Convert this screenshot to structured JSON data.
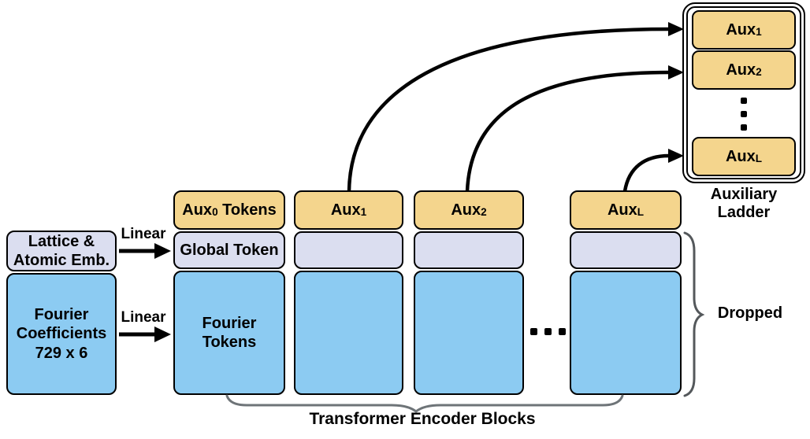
{
  "diagram": {
    "left_stack": {
      "lattice_label": "Lattice &\nAtomic Emb.",
      "fourier_label": "Fourier\nCoefficients\n729 x 6"
    },
    "linear": {
      "label_top": "Linear",
      "label_bottom": "Linear"
    },
    "columns": [
      {
        "aux_base": "Aux",
        "aux_sub": "0",
        "aux_suffix": " Tokens",
        "global_label": "Global Token",
        "fourier_label": "Fourier\nTokens"
      },
      {
        "aux_base": "Aux",
        "aux_sub": "1",
        "aux_suffix": "",
        "global_label": "",
        "fourier_label": ""
      },
      {
        "aux_base": "Aux",
        "aux_sub": "2",
        "aux_suffix": "",
        "global_label": "",
        "fourier_label": ""
      },
      {
        "aux_base": "Aux",
        "aux_sub": "L",
        "aux_suffix": "",
        "global_label": "",
        "fourier_label": ""
      }
    ],
    "ladder": {
      "items": [
        {
          "base": "Aux",
          "sub": "1"
        },
        {
          "base": "Aux",
          "sub": "2"
        },
        {
          "base": "Aux",
          "sub": "L"
        }
      ],
      "caption": "Auxiliary\nLadder"
    },
    "labels": {
      "dropped": "Dropped",
      "transformer": "Transformer Encoder Blocks"
    },
    "icons": {
      "ellipsis_horizontal": "...",
      "ellipsis_vertical": "⋮"
    },
    "colors": {
      "aux_token": "#F4D58D",
      "global_token": "#DBDEF0",
      "fourier_token": "#8CCBF2",
      "outline": "#000000",
      "brace_bottom": "#6E7478",
      "brace_right": "#54585B"
    }
  }
}
